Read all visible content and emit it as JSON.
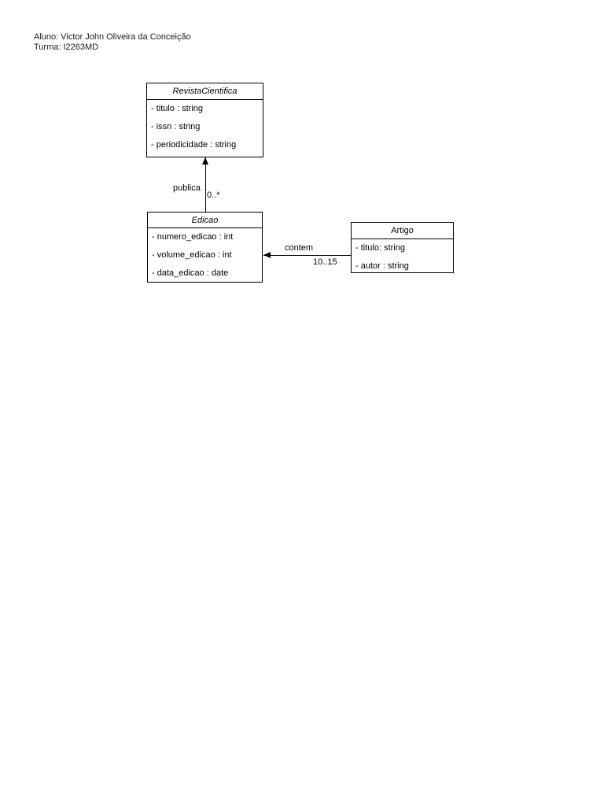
{
  "header": {
    "line1": "Aluno: Victor John Oliveira da Conceição",
    "line2": "Turma: I2263MD"
  },
  "diagram": {
    "type": "uml-class-diagram",
    "colors": {
      "line": "#000000",
      "text": "#000000",
      "background": "#ffffff"
    },
    "classes": [
      {
        "name": "RevistaCientifica",
        "abstract": true,
        "attributes": [
          "- titulo : string",
          "- issn : string",
          "- periodicidade : string"
        ]
      },
      {
        "name": "Edicao",
        "abstract": true,
        "attributes": [
          "- numero_edicao : int",
          "- volume_edicao : int",
          "- data_edicao : date"
        ]
      },
      {
        "name": "Artigo",
        "abstract": false,
        "attributes": [
          "- titulo: string",
          "- autor : string"
        ]
      }
    ],
    "relations": [
      {
        "label": "publica",
        "multiplicity": "0..*",
        "from": "Edicao",
        "to": "RevistaCientifica",
        "direction": "up"
      },
      {
        "label": "contem",
        "multiplicity": "10..15",
        "from": "Artigo",
        "to": "Edicao",
        "direction": "left"
      }
    ]
  }
}
